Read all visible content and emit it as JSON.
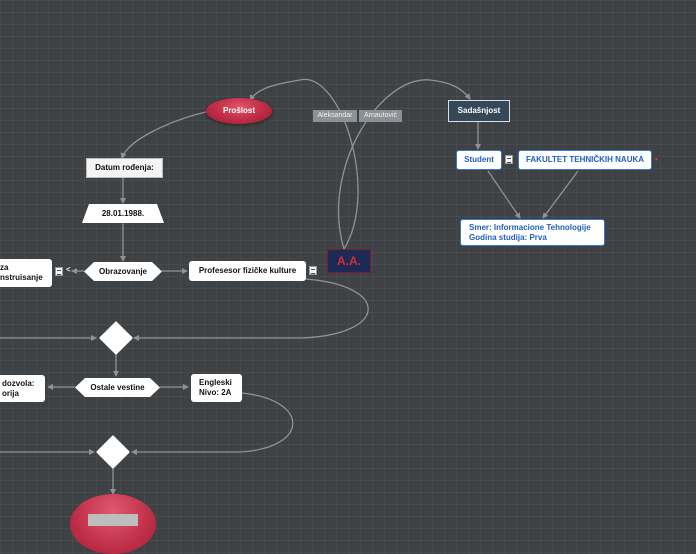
{
  "nodes": {
    "proslost": "Prošlost",
    "sadasnjost": "Sadašnjost",
    "aleksandar": "Aleksandar",
    "arnautovic": "Arnautović",
    "aa": "A.A.",
    "datum_rodjenja": "Datum rođenja:",
    "datum": "28.01.1988.",
    "obrazovanje": "Obrazovanje",
    "profesor": "Profesesor fizičke kulture",
    "left_edu_line1": "za",
    "left_edu_line2": "nstruisanje",
    "ostale_vestine": "Ostale vestine",
    "engleski_line1": "Engleski",
    "engleski_line2": "Nivo: 2A",
    "left_skill_line1": "dozvola:",
    "left_skill_line2": "orija",
    "student": "Student",
    "fakultet": "FAKULTET TEHNIČKIH NAUKA",
    "smer_line1": "Smer: Informacione Tehnologije",
    "smer_line2": "Godina studija: Prva",
    "collapse_marker": "<"
  },
  "colors": {
    "background": "#3f4244",
    "connector": "#8f9396",
    "accent_red": "#c02a44",
    "accent_blue": "#1f5fbf",
    "dark_node": "#34485a",
    "aa_fill": "#1d2a55"
  },
  "icons": {
    "note": "note-icon",
    "arrow": "arrow-head-icon"
  }
}
